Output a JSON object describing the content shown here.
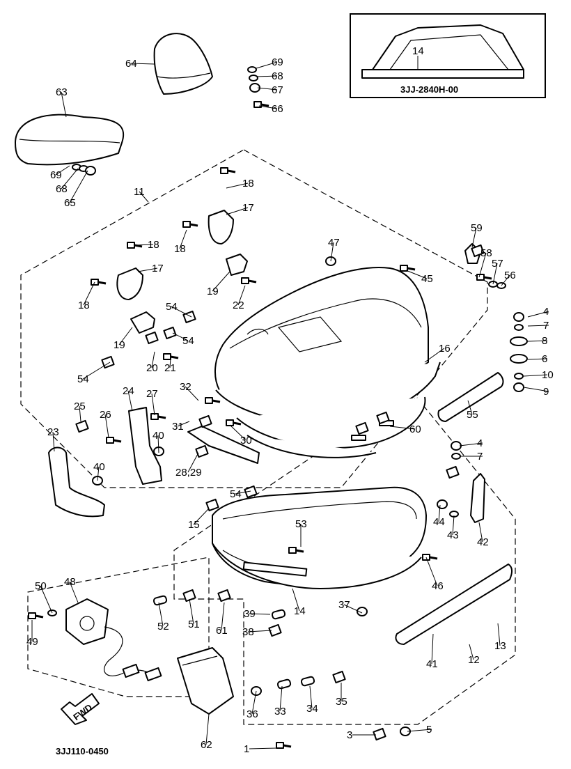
{
  "inset": {
    "part": "14",
    "code": "3JJ-2840H-00"
  },
  "diagram_code": "3JJ110-0450",
  "fwd_label": "FWD",
  "callouts": [
    {
      "id": "c1",
      "label": "1"
    },
    {
      "id": "c3",
      "label": "3"
    },
    {
      "id": "c4a",
      "label": "4"
    },
    {
      "id": "c4b",
      "label": "4"
    },
    {
      "id": "c5",
      "label": "5"
    },
    {
      "id": "c6",
      "label": "6"
    },
    {
      "id": "c7a",
      "label": "7"
    },
    {
      "id": "c7b",
      "label": "7"
    },
    {
      "id": "c8",
      "label": "8"
    },
    {
      "id": "c9",
      "label": "9"
    },
    {
      "id": "c10",
      "label": "10"
    },
    {
      "id": "c11",
      "label": "11"
    },
    {
      "id": "c12",
      "label": "12"
    },
    {
      "id": "c13",
      "label": "13"
    },
    {
      "id": "c14a",
      "label": "14"
    },
    {
      "id": "c15",
      "label": "15"
    },
    {
      "id": "c16",
      "label": "16"
    },
    {
      "id": "c17a",
      "label": "17"
    },
    {
      "id": "c17b",
      "label": "17"
    },
    {
      "id": "c18a",
      "label": "18"
    },
    {
      "id": "c18b",
      "label": "18"
    },
    {
      "id": "c18c",
      "label": "18"
    },
    {
      "id": "c18d",
      "label": "18"
    },
    {
      "id": "c19a",
      "label": "19"
    },
    {
      "id": "c19b",
      "label": "19"
    },
    {
      "id": "c20",
      "label": "20"
    },
    {
      "id": "c21",
      "label": "21"
    },
    {
      "id": "c22",
      "label": "22"
    },
    {
      "id": "c23",
      "label": "23"
    },
    {
      "id": "c24",
      "label": "24"
    },
    {
      "id": "c25",
      "label": "25"
    },
    {
      "id": "c26",
      "label": "26"
    },
    {
      "id": "c27",
      "label": "27"
    },
    {
      "id": "c2829",
      "label": "28,29"
    },
    {
      "id": "c30",
      "label": "30"
    },
    {
      "id": "c31",
      "label": "31"
    },
    {
      "id": "c32",
      "label": "32"
    },
    {
      "id": "c33",
      "label": "33"
    },
    {
      "id": "c34",
      "label": "34"
    },
    {
      "id": "c35",
      "label": "35"
    },
    {
      "id": "c36",
      "label": "36"
    },
    {
      "id": "c37",
      "label": "37"
    },
    {
      "id": "c38",
      "label": "38"
    },
    {
      "id": "c39",
      "label": "39"
    },
    {
      "id": "c40a",
      "label": "40"
    },
    {
      "id": "c40b",
      "label": "40"
    },
    {
      "id": "c41",
      "label": "41"
    },
    {
      "id": "c42",
      "label": "42"
    },
    {
      "id": "c43",
      "label": "43"
    },
    {
      "id": "c44",
      "label": "44"
    },
    {
      "id": "c45",
      "label": "45"
    },
    {
      "id": "c46",
      "label": "46"
    },
    {
      "id": "c47",
      "label": "47"
    },
    {
      "id": "c48",
      "label": "48"
    },
    {
      "id": "c49",
      "label": "49"
    },
    {
      "id": "c50",
      "label": "50"
    },
    {
      "id": "c51",
      "label": "51"
    },
    {
      "id": "c52",
      "label": "52"
    },
    {
      "id": "c53",
      "label": "53"
    },
    {
      "id": "c54a",
      "label": "54"
    },
    {
      "id": "c54b",
      "label": "54"
    },
    {
      "id": "c54c",
      "label": "54"
    },
    {
      "id": "c54d",
      "label": "54"
    },
    {
      "id": "c55",
      "label": "55"
    },
    {
      "id": "c56",
      "label": "56"
    },
    {
      "id": "c57",
      "label": "57"
    },
    {
      "id": "c58",
      "label": "58"
    },
    {
      "id": "c59",
      "label": "59"
    },
    {
      "id": "c60",
      "label": "60"
    },
    {
      "id": "c61",
      "label": "61"
    },
    {
      "id": "c62",
      "label": "62"
    },
    {
      "id": "c63",
      "label": "63"
    },
    {
      "id": "c64",
      "label": "64"
    },
    {
      "id": "c65",
      "label": "65"
    },
    {
      "id": "c66",
      "label": "66"
    },
    {
      "id": "c67",
      "label": "67"
    },
    {
      "id": "c68a",
      "label": "68"
    },
    {
      "id": "c68b",
      "label": "68"
    },
    {
      "id": "c69a",
      "label": "69"
    },
    {
      "id": "c69b",
      "label": "69"
    }
  ]
}
